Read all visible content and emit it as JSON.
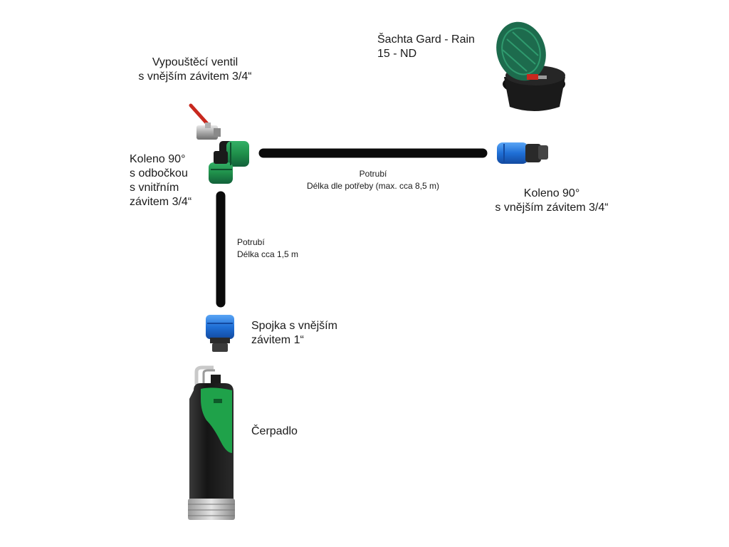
{
  "labels": {
    "shaft": [
      "Šachta Gard - Rain",
      "15 - ND"
    ],
    "drain_valve": [
      "Vypouštěcí ventil",
      "s vnějším závitem 3/4“"
    ],
    "elbow_branch": [
      "Koleno 90°",
      "s odbočkou",
      "s vnitřním",
      "závitem 3/4“"
    ],
    "pipe_horizontal": [
      "Potrubí",
      "Délka dle potřeby (max. cca 8,5 m)"
    ],
    "elbow_outer": [
      "Koleno 90°",
      "s vnějším závitem 3/4“"
    ],
    "pipe_vertical": [
      "Potrubí",
      "Délka cca 1,5 m"
    ],
    "coupling": [
      "Spojka s vnějším",
      "závitem 1“"
    ],
    "pump": [
      "Čerpadlo"
    ]
  },
  "colors": {
    "pipe": "#0a0a0a",
    "fitting_green": "#1f8f4a",
    "fitting_blue": "#1f6fd6",
    "valve_red": "#c8281e",
    "shaft_lid": "#1d6b4d",
    "pump_green": "#1fa24a"
  },
  "icons": {
    "shaft": "valve-shaft-box-icon",
    "drain_valve": "ball-valve-icon",
    "elbow_branch": "elbow-fitting-green-icon",
    "elbow_outer": "elbow-fitting-blue-icon",
    "coupling": "coupling-blue-icon",
    "pump": "submersible-pump-icon"
  }
}
